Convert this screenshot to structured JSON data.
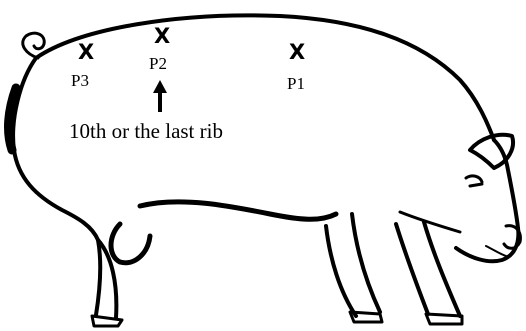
{
  "diagram": {
    "points": [
      {
        "mark": "X",
        "label": "P3"
      },
      {
        "mark": "X",
        "label": "P2"
      },
      {
        "mark": "X",
        "label": "P1"
      }
    ],
    "arrow_note": "10th or the last rib"
  }
}
